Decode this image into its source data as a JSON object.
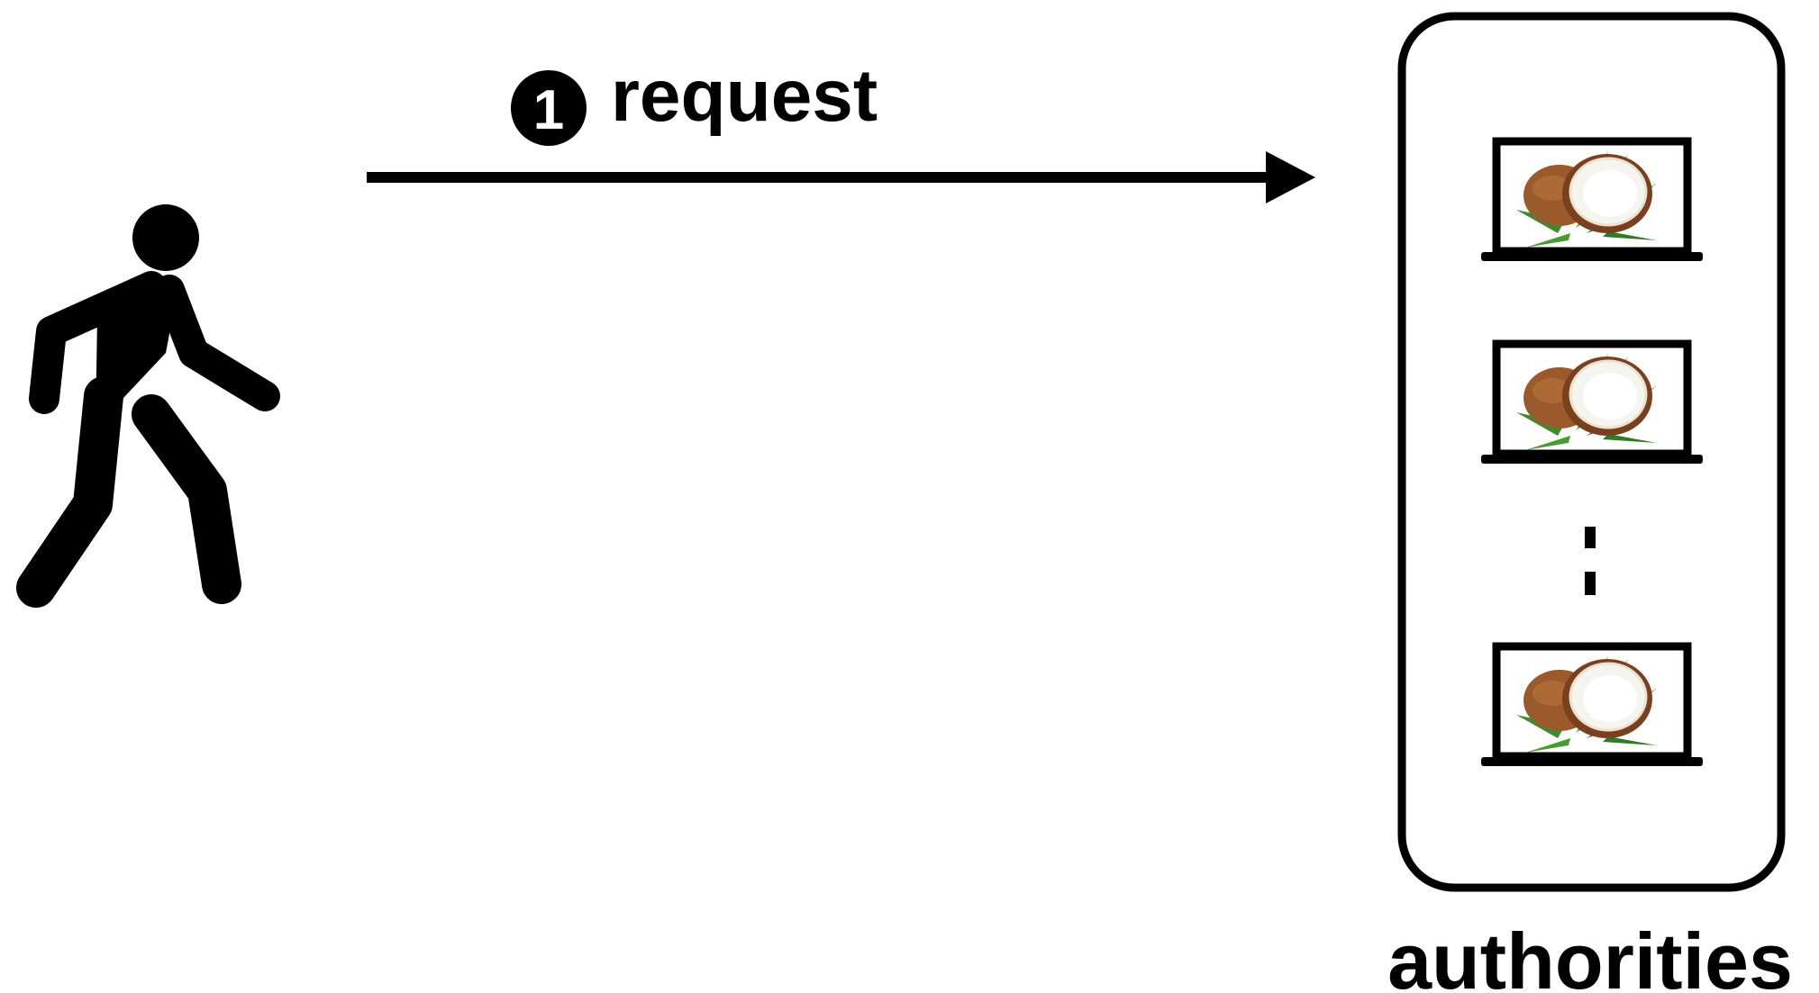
{
  "diagram": {
    "step": {
      "number": "1",
      "label": "request"
    },
    "actor": {
      "icon": "walking-person-icon"
    },
    "authorities": {
      "label": "authorities",
      "node_icon": "laptop-with-coconut-icon",
      "ellipsis": "⋮"
    }
  },
  "colors": {
    "stroke": "#000000",
    "background": "#ffffff",
    "coconut_shell": "#8b4a22",
    "coconut_meat": "#f6f4ee",
    "leaf": "#3c8c2a"
  }
}
